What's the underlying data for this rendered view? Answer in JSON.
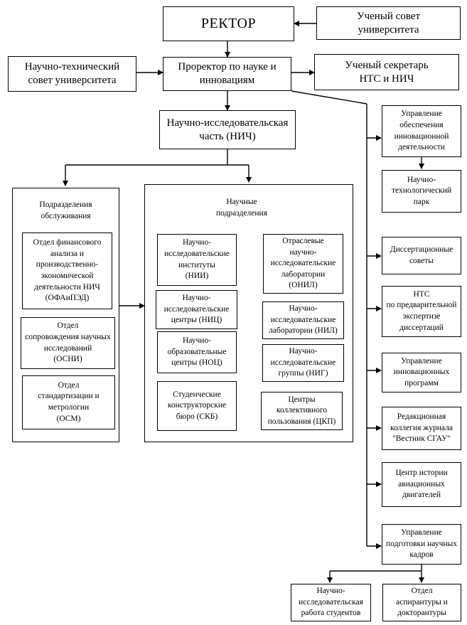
{
  "rector": "РЕКТОР",
  "academic_council": "Ученый совет\nуниверситета",
  "sci_tech_council": "Научно-технический\nсовет университета",
  "vice_rector": "Проректор по науке и\nинновациям",
  "scientific_secretary": "Ученый секретарь\nНТС и НИЧ",
  "research_part": "Научно-исследовательская\nчасть (НИЧ)",
  "service_units": {
    "title": "Подразделения\nобслуживания",
    "items": [
      "Отдел финансового\nанализа и\nпроизводственно-\nэкономической\nдеятельности НИЧ\n(ОФАиПЭД)",
      "Отдел\nсопровождения научных\nисследований\n(ОСНИ)",
      "Отдел\nстандартизации и\nметрологии\n(ОСМ)"
    ]
  },
  "science_units": {
    "title": "Научные\nподразделения",
    "left": [
      "Научно-\nисследовательские\nинституты\n(НИИ)",
      "Научно-\nисследовательские\nцентры  (НИЦ)",
      "Научно-\nобразовательные\nцентры (НОЦ)",
      "Студенческие\nконструкторские\nбюро (СКБ)"
    ],
    "right": [
      "Отраслевые\nнаучно-\nисследовательские\nлаборатории\n(ОНИЛ)",
      "Научно-\nисследовательские\nлаборатории (НИЛ)",
      "Научно-\nисследовательские\nгруппы (НИГ)",
      "Центры\nколлективного\nпользования (ЦКП)"
    ]
  },
  "right_column": [
    "Управление\nобеспечения\nинновационной\nдеятельности",
    "Научно-\nтехнологический\nпарк",
    "Диссертационные\nсоветы",
    "НТС\nпо предварительной\nэкспертизе\nдиссертаций",
    "Управление\nинновационных\nпрограмм",
    "Редакционная\nколлегия журнала\n\"Вестник СГАУ\"",
    "Центр истории\nавиационных\nдвигателей",
    "Управление\nподготовки научных\nкадров"
  ],
  "bottom": [
    "Научно-\nисследовательская\nработа студентов",
    "Отдел\nаспирантуры и\nдокторантуры"
  ]
}
